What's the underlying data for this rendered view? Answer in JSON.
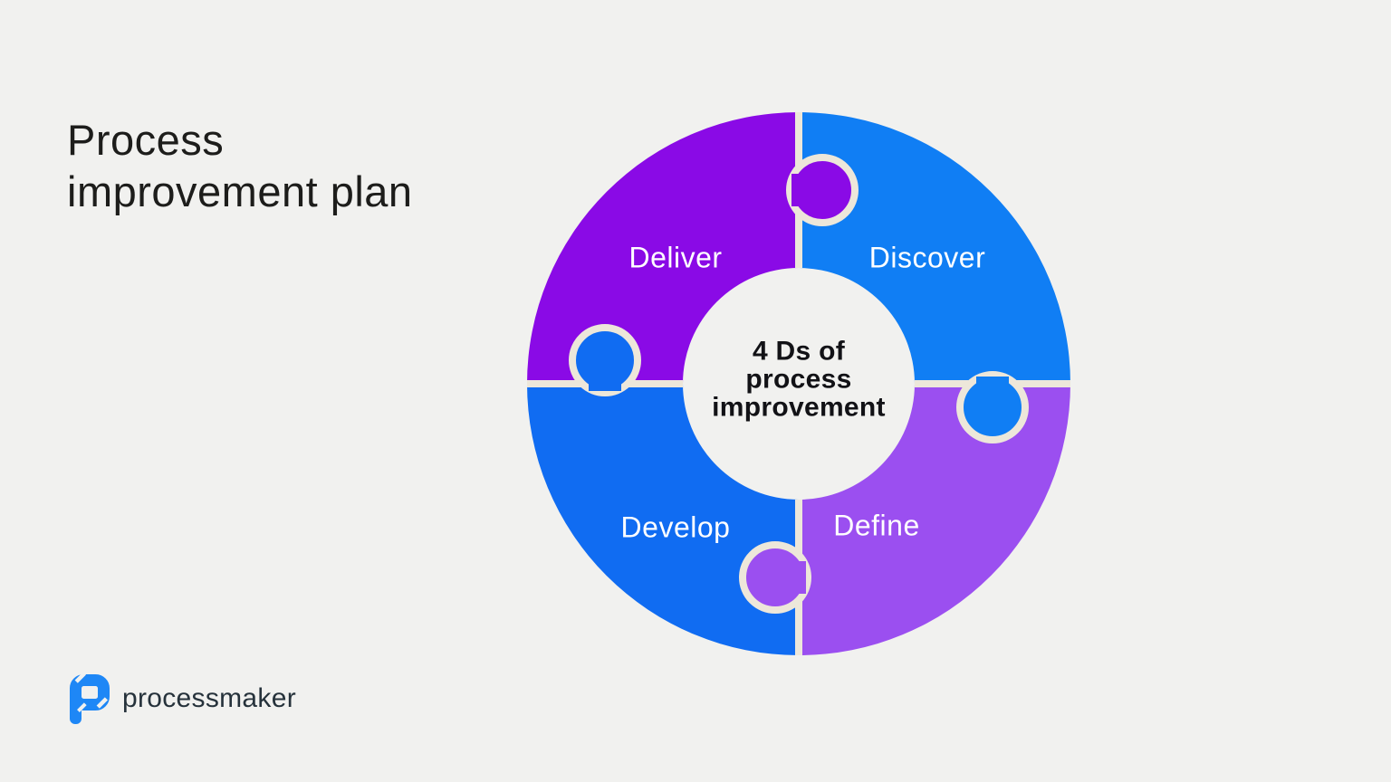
{
  "page": {
    "background_color": "#F1F1EF"
  },
  "header": {
    "title_line1": "Process",
    "title_line2": "improvement plan",
    "title_color": "#1D1D1B"
  },
  "diagram": {
    "type": "puzzle-cycle",
    "seam_color": "#EDE7DA",
    "label_color": "#FFFFFF",
    "center_label": {
      "line1": "4 Ds of",
      "line2": "process",
      "line3": "improvement",
      "color": "#121216"
    },
    "segments": [
      {
        "id": "deliver",
        "label": "Deliver",
        "color": "#8A0AE6",
        "position": "top-left"
      },
      {
        "id": "discover",
        "label": "Discover",
        "color": "#107EF4",
        "position": "top-right"
      },
      {
        "id": "develop",
        "label": "Develop",
        "color": "#106CF2",
        "position": "bottom-left"
      },
      {
        "id": "define",
        "label": "Define",
        "color": "#9B4FF0",
        "position": "bottom-right"
      }
    ]
  },
  "footer": {
    "brand": "processmaker",
    "brand_text_color": "#26323B",
    "logo_color": "#1E87F6"
  }
}
